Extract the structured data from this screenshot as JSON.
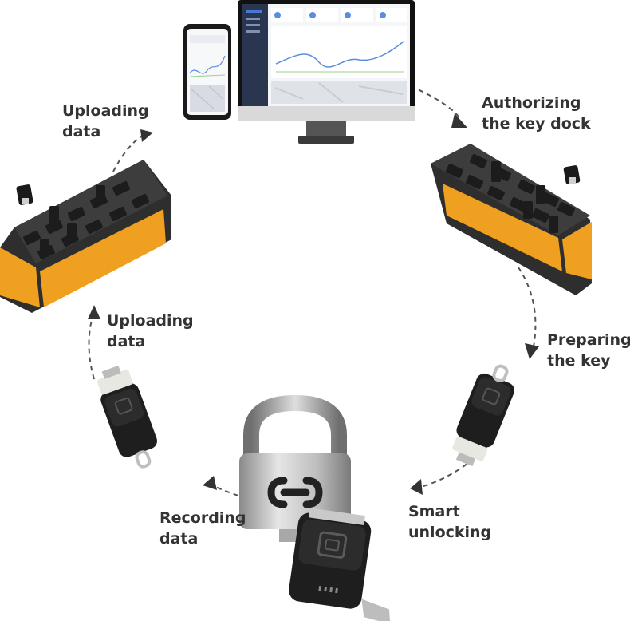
{
  "steps": {
    "upload_top": "Uploading\ndata",
    "authorize": "Authorizing\nthe key dock",
    "prepare": "Preparing\nthe key",
    "unlock": "Smart\nunlocking",
    "record": "Recording\ndata",
    "upload_left": "Uploading\ndata"
  },
  "colors": {
    "text": "#333333",
    "dock_orange": "#f0a020",
    "dock_dark": "#2e2e2e",
    "key_black": "#1e1e1e",
    "lock_silver": "#c8c8c8",
    "cycle_line": "#555555"
  },
  "icons": [
    "monitor-icon",
    "phone-icon",
    "key-dock-icon",
    "electronic-key-icon",
    "padlock-icon"
  ]
}
